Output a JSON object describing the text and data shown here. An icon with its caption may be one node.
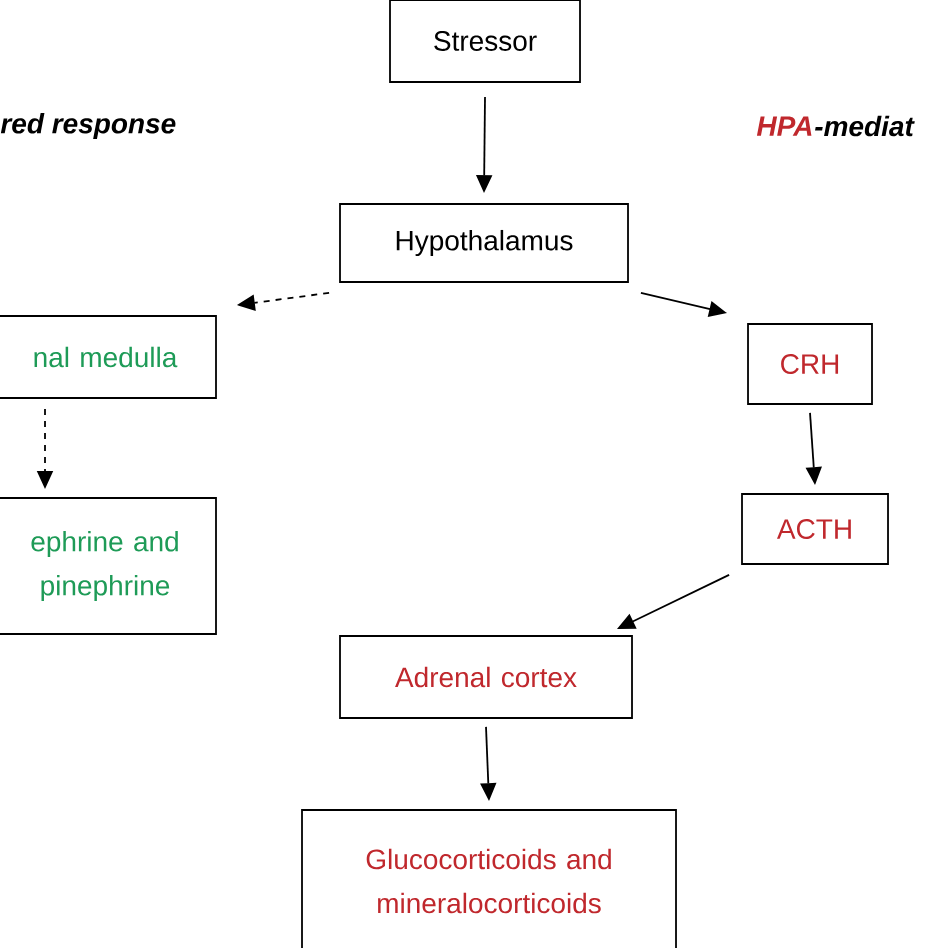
{
  "diagram": {
    "nodes": [
      {
        "text": [
          "Stressor"
        ]
      },
      {
        "text": [
          "Hypothalamus"
        ]
      },
      {
        "text": [
          "nal medulla"
        ]
      },
      {
        "text": [
          "ephrine and pinephrine"
        ]
      },
      {
        "text": [
          "CRH"
        ]
      },
      {
        "text": [
          "ACTH"
        ]
      },
      {
        "text": [
          "Adrenal cortex"
        ]
      },
      {
        "text": [
          "Glucocorticoids and mineralocorticoids"
        ]
      }
    ],
    "edges": [
      {
        "from": 0,
        "to": 1,
        "arrow": "to"
      },
      {
        "from": 1,
        "to": 2,
        "arrow": "to",
        "style": "dashed"
      },
      {
        "from": 2,
        "to": 3,
        "arrow": "to",
        "style": "dashed"
      },
      {
        "from": 1,
        "to": 4,
        "arrow": "to"
      },
      {
        "from": 4,
        "to": 5,
        "arrow": "to"
      },
      {
        "from": 5,
        "to": 6,
        "arrow": "to"
      },
      {
        "from": 6,
        "to": 7,
        "arrow": "to"
      }
    ],
    "labels": [
      "red response",
      "HPA",
      "-mediat"
    ]
  }
}
